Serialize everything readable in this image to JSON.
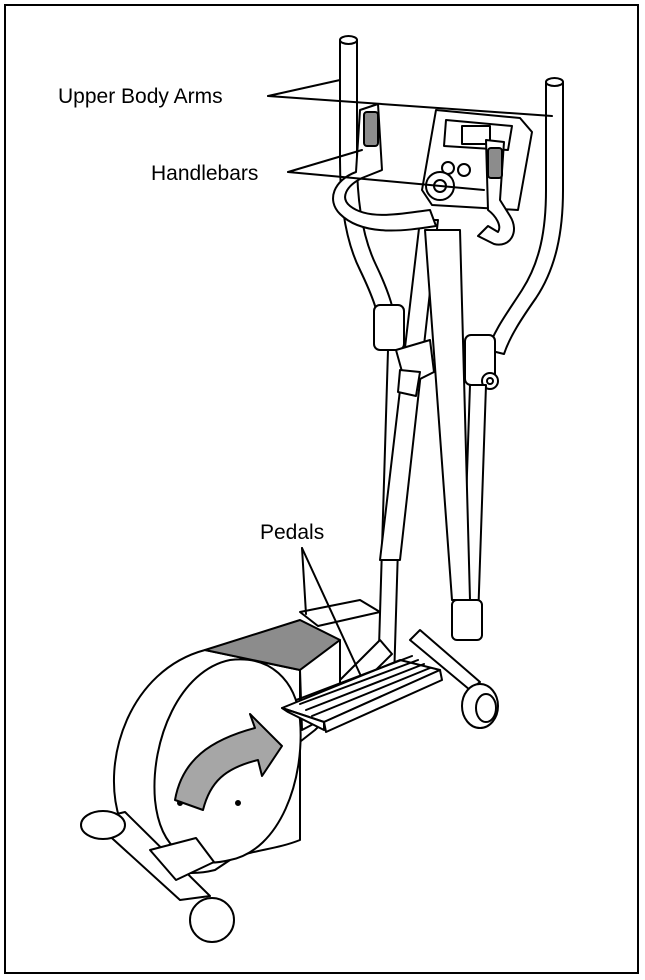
{
  "figure": {
    "callouts": {
      "upper_body_arms": "Upper Body Arms",
      "handlebars": "Handlebars",
      "pedals": "Pedals"
    },
    "colors": {
      "line": "#000000",
      "fill": "#ffffff",
      "shade": "#8c8c8c",
      "arrow": "#a6a6a6"
    }
  }
}
